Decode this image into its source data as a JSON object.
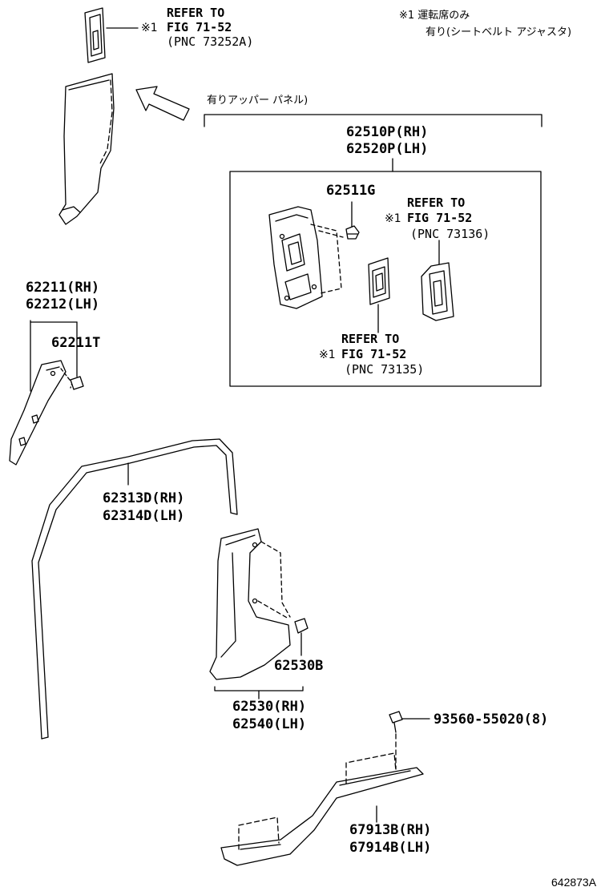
{
  "notes": {
    "note1_line1": "※1 運転席のみ",
    "note1_line2": "有り(シートベルト アジャスタ)",
    "upper_panel": "有りアッパー パネル)"
  },
  "refs": {
    "ref_top": {
      "mark": "※1",
      "line1": "REFER TO",
      "line2": "FIG 71-52",
      "line3": "(PNC 73252A)"
    },
    "ref_right": {
      "mark": "※1",
      "line1": "REFER TO",
      "line2": "FIG 71-52",
      "line3": "(PNC 73136)"
    },
    "ref_bottom": {
      "mark": "※1",
      "line1": "REFER TO",
      "line2": "FIG 71-52",
      "line3": "(PNC 73135)"
    }
  },
  "parts": {
    "p62510": {
      "rh": "62510P(RH)",
      "lh": "62520P(LH)"
    },
    "p62511g": "62511G",
    "p62211": {
      "rh": "62211(RH)",
      "lh": "62212(LH)"
    },
    "p62211t": "62211T",
    "p62313": {
      "rh": "62313D(RH)",
      "lh": "62314D(LH)"
    },
    "p62530b": "62530B",
    "p62530": {
      "rh": "62530(RH)",
      "lh": "62540(LH)"
    },
    "p93560": "93560-55020(8)",
    "p67913": {
      "rh": "67913B(RH)",
      "lh": "67914B(LH)"
    }
  },
  "diagram_code": "642873A"
}
